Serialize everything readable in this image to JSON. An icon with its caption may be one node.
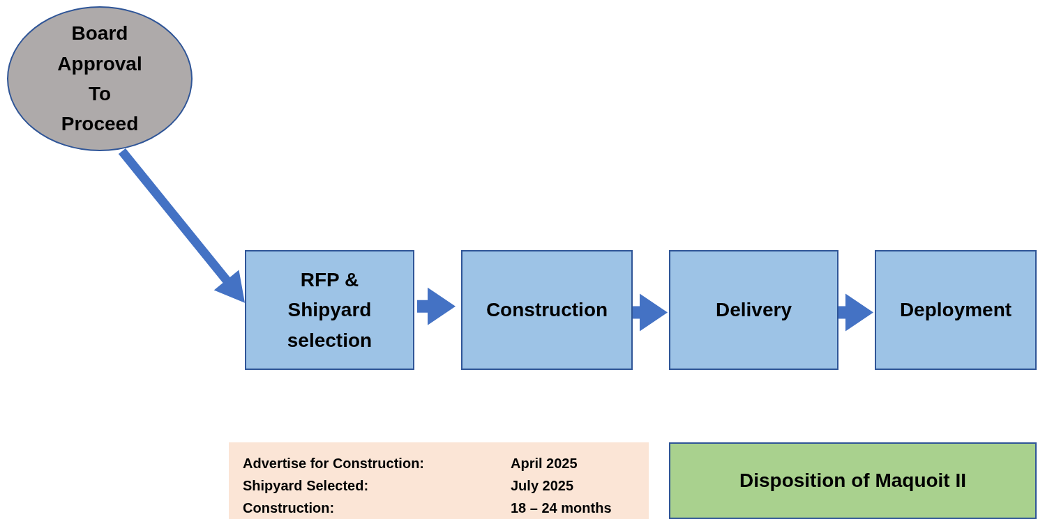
{
  "diagram": {
    "nodes": [
      {
        "text": [
          "Board Approval To Proceed"
        ]
      },
      {
        "text": [
          "RFP & Shipyard selection"
        ]
      },
      {
        "text": [
          "Construction"
        ]
      },
      {
        "text": [
          "Delivery"
        ]
      },
      {
        "text": [
          "Deployment"
        ]
      },
      {
        "text": [
          "Advertise for Construction:",
          "April 2025",
          "Shipyard Selected:",
          "July 2025",
          "Construction:",
          "18 – 24 months"
        ]
      },
      {
        "text": [
          "Disposition of Maquoit II"
        ]
      }
    ],
    "edges": [
      {
        "from": 0,
        "to": 1,
        "arrow": "to"
      },
      {
        "from": 1,
        "to": 2,
        "arrow": "to"
      },
      {
        "from": 2,
        "to": 3,
        "arrow": "to"
      },
      {
        "from": 3,
        "to": 4,
        "arrow": "to"
      }
    ]
  }
}
